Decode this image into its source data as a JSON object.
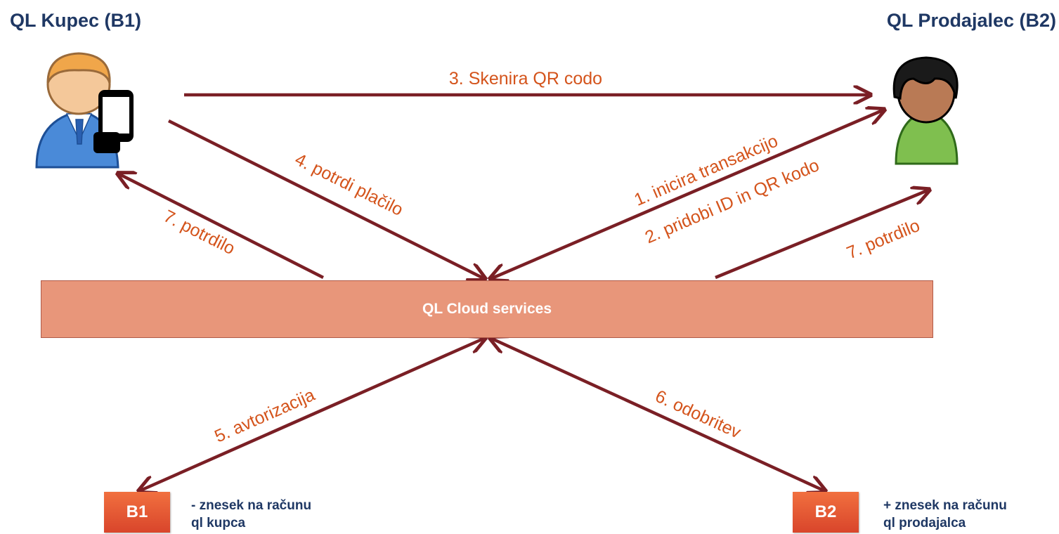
{
  "header": {
    "left_title": "QL Kupec (B1)",
    "right_title": "QL Prodajalec (B2)"
  },
  "cloud": {
    "label": "QL Cloud services"
  },
  "steps": {
    "scan_qr": "3. Skenira QR codo",
    "confirm_payment": "4. potrdi plačilo",
    "initiate": "1. inicira transakcijo",
    "get_id_qr": "2. pridobi ID in QR kodo",
    "receipt_buyer": "7. potrdilo",
    "receipt_seller": "7. potrdilo",
    "authorization": "5. avtorizacija",
    "approval": "6. odobritev"
  },
  "banks": {
    "b1": {
      "label": "B1",
      "note_line1": "- znesek na računu",
      "note_line2": "ql kupca"
    },
    "b2": {
      "label": "B2",
      "note_line1": "+ znesek na računu",
      "note_line2": "ql prodajalca"
    }
  },
  "colors": {
    "arrow": "#7a1f25",
    "step_text": "#d4541c",
    "title": "#1f3864",
    "cloud": "#e8967a",
    "bank": "#e8553a"
  },
  "icons": {
    "buyer": "buyer-with-phone-icon",
    "seller": "seller-person-icon"
  }
}
